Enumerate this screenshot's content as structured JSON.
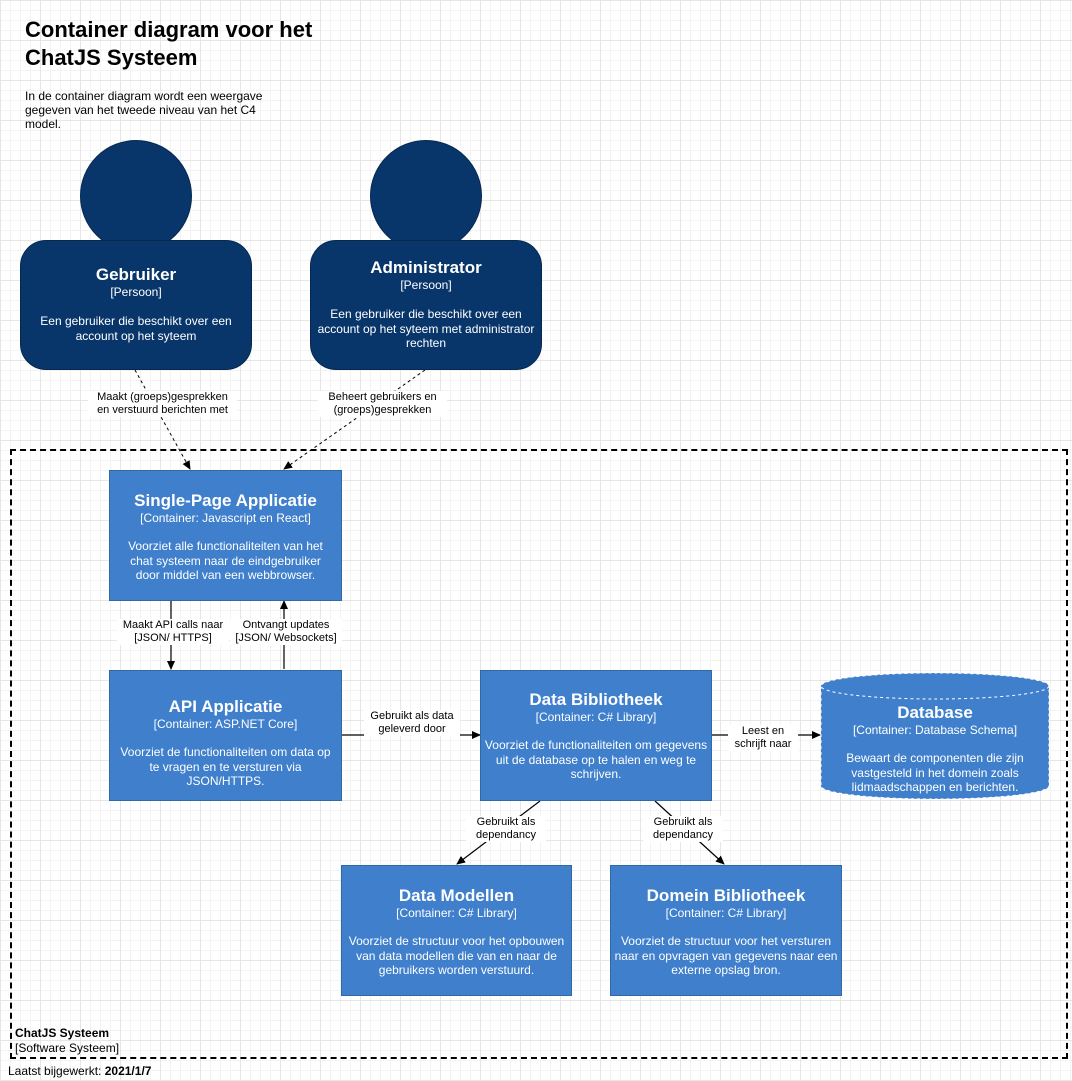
{
  "title": "Container diagram voor het ChatJS Systeem",
  "intro": "In de container diagram wordt een weergave gegeven van het tweede niveau van het C4 model.",
  "persons": {
    "gebruiker": {
      "name": "Gebruiker",
      "type": "[Persoon]",
      "desc": "Een gebruiker die beschikt over een account op het syteem"
    },
    "administrator": {
      "name": "Administrator",
      "type": "[Persoon]",
      "desc": "Een gebruiker die beschikt over een account op het syteem met administrator rechten"
    }
  },
  "containers": {
    "spa": {
      "name": "Single-Page Applicatie",
      "tech": "[Container: Javascript en React]",
      "desc": "Voorziet alle functionaliteiten van het chat systeem naar de eindgebruiker door middel van een webbrowser."
    },
    "api": {
      "name": "API Applicatie",
      "tech": "[Container: ASP.NET Core]",
      "desc": "Voorziet de functionaliteiten om data op te vragen en te versturen via JSON/HTTPS."
    },
    "datalib": {
      "name": "Data Bibliotheek",
      "tech": "[Container: C# Library]",
      "desc": "Voorziet de functionaliteiten om gegevens uit de database op te halen en weg te schrijven."
    },
    "database": {
      "name": "Database",
      "tech": "[Container: Database Schema]",
      "desc": "Bewaart de componenten die zijn vastgesteld in het domein zoals lidmaadschappen en berichten."
    },
    "models": {
      "name": "Data Modellen",
      "tech": "[Container: C# Library]",
      "desc": "Voorziet de structuur voor het opbouwen van data modellen die van en naar de gebruikers worden verstuurd."
    },
    "domain": {
      "name": "Domein Bibliotheek",
      "tech": "[Container: C# Library]",
      "desc": "Voorziet de structuur voor het versturen naar en opvragen van gegevens naar een externe opslag bron."
    }
  },
  "edges": {
    "gebruiker_spa": "Maakt (groeps)gesprekken en verstuurd berichten met",
    "admin_spa": "Beheert gebruikers en (groeps)gesprekken",
    "spa_api": "Maakt API calls naar [JSON/ HTTPS]",
    "api_spa": "Ontvangt updates [JSON/ Websockets]",
    "api_datalib": "Gebruikt als data geleverd door",
    "datalib_db": "Leest en schrijft naar",
    "datalib_models": "Gebruikt als dependancy",
    "datalib_domain": "Gebruikt als dependancy"
  },
  "boundary": {
    "name": "ChatJS Systeem",
    "type": "[Software Systeem]"
  },
  "footer": {
    "label": "Laatst bijgewerkt:",
    "date": "2021/1/7"
  },
  "colors": {
    "person": "#08366b",
    "container": "#3f7fcc",
    "line": "#000000"
  }
}
